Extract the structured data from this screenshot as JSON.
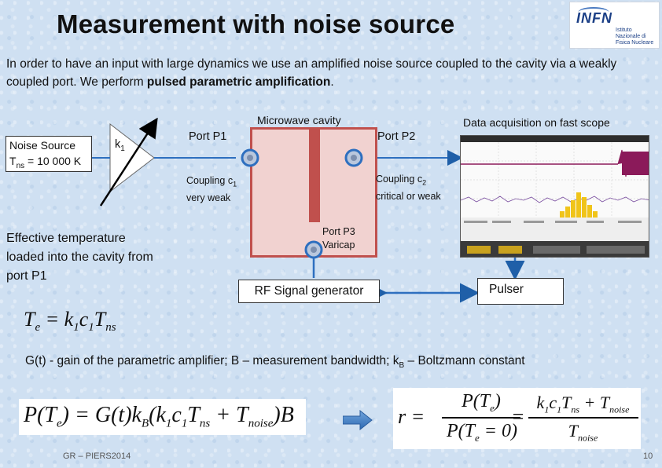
{
  "title": "Measurement with noise source",
  "logo": {
    "main": "INFN",
    "sub": "Istituto Nazionale di Fisica Nucleare"
  },
  "intro": {
    "part1": "In order to have an input with large dynamics we use an amplified noise source coupled to the cavity via a weakly coupled port. We perform ",
    "bold": "pulsed parametric amplification",
    "part2": "."
  },
  "diagram": {
    "noise_source": {
      "line1": "Noise Source",
      "tns_label": "T",
      "tns_sub": "ns",
      "tns_value": " = 10 000 K"
    },
    "amplifier": {
      "k": "k",
      "k_sub": "1"
    },
    "port_p1": "Port P1",
    "port_p2": "Port P2",
    "microwave_cavity": "Microwave cavity",
    "coupling_c1": {
      "line1": "Coupling c",
      "sub": "1",
      "line2": "very weak"
    },
    "coupling_c2": {
      "line1": "Coupling c",
      "sub": "2",
      "line2": "critical or weak"
    },
    "port_p3": {
      "line1": "Port P3",
      "line2": "Varicap"
    },
    "rf_generator": "RF Signal generator",
    "pulser": "Pulser",
    "scope_title": "Data acquisition on fast scope",
    "effective_temp": "Effective temperature loaded into the cavity from port P1"
  },
  "equations": {
    "te": {
      "lhs": "T",
      "lhs_sub": "e",
      "eq": " = k",
      "k_sub": "1",
      "c": "c",
      "c_sub": "1",
      "t": "T",
      "t_sub": "ns"
    },
    "desc": {
      "part1": "G(t) - gain of the parametric amplifier; B – measurement bandwidth; k",
      "sub": "B",
      "part2": " – Boltzmann constant"
    },
    "power": "P(Tₑ) = G(t)kʙ(k₁c₁Tₙₛ + Tₙₒᵢₛₑ)B",
    "power_parts": {
      "a": "P(T",
      "a_sub": "e",
      "b": ") = G(t)k",
      "b_sub": "B",
      "c": "(k",
      "c_sub": "1",
      "d": "c",
      "d_sub": "1",
      "e": "T",
      "e_sub": "ns",
      "f": " + T",
      "f_sub": "noise",
      "g": ")B"
    },
    "ratio": {
      "r": "r =",
      "num1": "P(T",
      "num1_sub": "e",
      "num1_end": ")",
      "den1": "P(T",
      "den1_sub": "e",
      "den1_end": " = 0)",
      "eq": "=",
      "num2": "k",
      "num2_s1": "1",
      "num2_b": "c",
      "num2_s2": "1",
      "num2_c": "T",
      "num2_s3": "ns",
      "num2_d": " + T",
      "num2_s4": "noise",
      "den2": "T",
      "den2_sub": "noise"
    }
  },
  "footer": "GR – PIERS2014",
  "page_number": "10"
}
